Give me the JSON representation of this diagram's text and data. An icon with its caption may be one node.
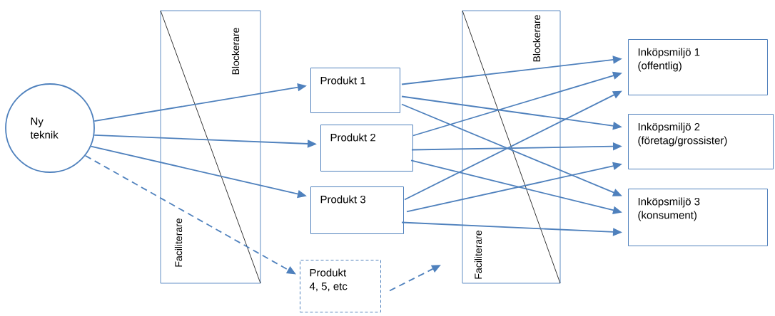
{
  "diagram": {
    "nodes": [
      {
        "text": [
          "Ny teknik"
        ]
      },
      {
        "text": [
          "Produkt 1"
        ]
      },
      {
        "text": [
          "Produkt 2"
        ]
      },
      {
        "text": [
          "Produkt 3"
        ]
      },
      {
        "text": [
          "Produkt 4, 5, etc"
        ]
      },
      {
        "text": [
          "Inköpsmiljö 1 (offentlig)"
        ]
      },
      {
        "text": [
          "Inköpsmiljö 2 (företag/grossister)"
        ]
      },
      {
        "text": [
          "Inköpsmiljö 3 (konsument)"
        ]
      }
    ],
    "edges": [
      {
        "from": 0,
        "to": 1,
        "arrow": "to"
      },
      {
        "from": 0,
        "to": 2,
        "arrow": "to"
      },
      {
        "from": 0,
        "to": 3,
        "arrow": "to"
      },
      {
        "from": 0,
        "to": 4,
        "arrow": "to",
        "style": "dashed"
      },
      {
        "from": 4,
        "to": null,
        "arrow": "to",
        "style": "dashed"
      },
      {
        "from": 1,
        "to": 5,
        "arrow": "to"
      },
      {
        "from": 1,
        "to": 6,
        "arrow": "to"
      },
      {
        "from": 1,
        "to": 7,
        "arrow": "to"
      },
      {
        "from": 2,
        "to": 5,
        "arrow": "to"
      },
      {
        "from": 2,
        "to": 6,
        "arrow": "to"
      },
      {
        "from": 2,
        "to": 7,
        "arrow": "to"
      },
      {
        "from": 3,
        "to": 5,
        "arrow": "to"
      },
      {
        "from": 3,
        "to": 6,
        "arrow": "to"
      },
      {
        "from": 3,
        "to": 7,
        "arrow": "to"
      }
    ],
    "labels": [
      "Blockerare",
      "Faciliterare",
      "Blockerare",
      "Faciliterare"
    ]
  }
}
